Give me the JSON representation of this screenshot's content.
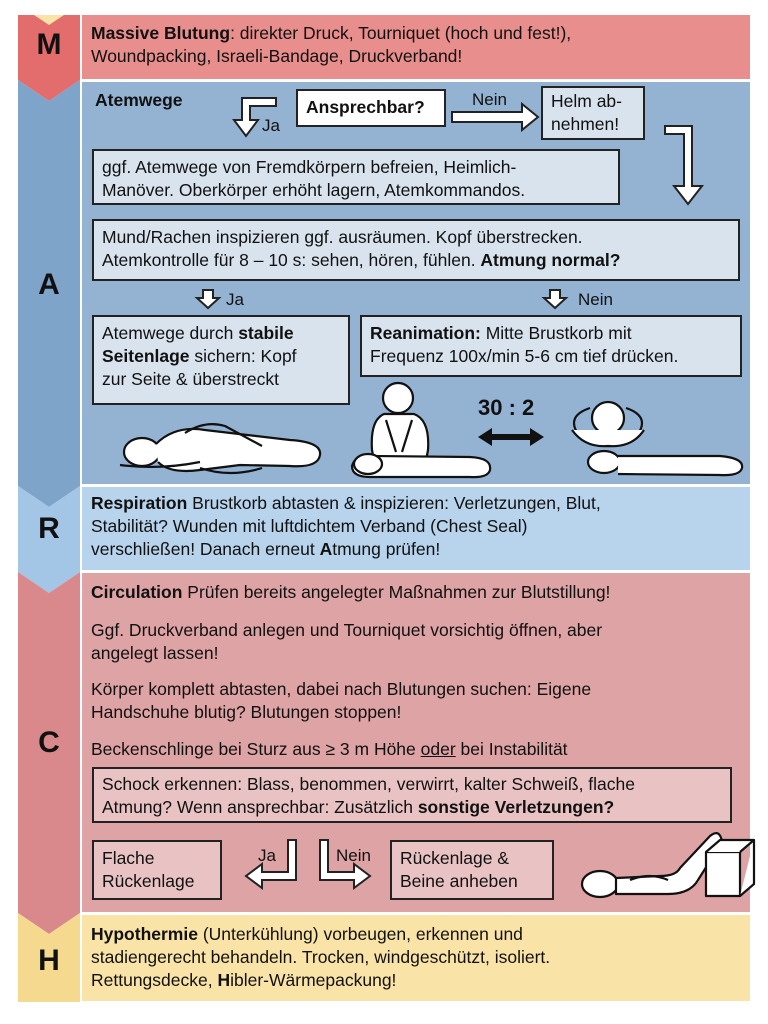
{
  "letters": {
    "m": "M",
    "a": "A",
    "r": "R",
    "c": "C",
    "h": "H"
  },
  "colors": {
    "m_band": "#e88e8c",
    "m_arrow": "#e36d6c",
    "a_band": "#94b3d3",
    "a_arrow": "#7ea4c9",
    "r_band": "#b8d3ec",
    "r_arrow": "#a3c6e6",
    "c_band": "#dea3a4",
    "c_arrow": "#d9898c",
    "h_band": "#f9e3a6",
    "h_arrow": "#f5d98f"
  },
  "m": {
    "title": "Massive Blutung",
    "line1": ": direkter Druck, Tourniquet (hoch und fest!),",
    "line2": "Woundpacking, Israeli-Bandage, Druckverband!"
  },
  "a": {
    "title": "Atemwege",
    "ja1": "Ja",
    "ansprechbar": "Ansprechbar?",
    "nein1": "Nein",
    "helm_line1": "Helm ab-",
    "helm_line2": "nehmen!",
    "box1_line1": "ggf. Atemwege von Fremdkörpern befreien, Heimlich-",
    "box1_line2": "Manöver. Oberkörper erhöht lagern, Atemkommandos.",
    "box2_line1": "Mund/Rachen inspizieren ggf. ausräumen. Kopf überstrecken.",
    "box2_line2": "Atemkontrolle für 8 – 10 s: sehen, hören, fühlen. ",
    "box2_bold": "Atmung normal?",
    "ja2": "Ja",
    "nein2": "Nein",
    "left_line1": "Atemwege durch ",
    "left_bold1": "stabile",
    "left_bold2": "Seitenlage",
    "left_line2": " sichern: Kopf",
    "left_line3": "zur Seite & überstreckt",
    "right_bold": "Reanimation:",
    "right_line1": " Mitte Brustkorb mit",
    "right_line2": "Frequenz 100x/min 5-6 cm tief drücken.",
    "ratio": "30 : 2",
    "icons": [
      "recovery-position-person-icon",
      "cpr-compression-person-icon",
      "rescue-breathing-person-icon",
      "double-arrow-icon"
    ]
  },
  "r": {
    "title": "Respiration",
    "line1": " Brustkorb abtasten & inspizieren: Verletzungen, Blut,",
    "line2": "Stabilität? Wunden mit luftdichtem Verband (Chest Seal)",
    "line3a": "verschließen! Danach erneut ",
    "line3b": "A",
    "line3c": "tmung prüfen!"
  },
  "c": {
    "title": "Circulation",
    "line1": " Prüfen bereits angelegter Maßnahmen zur Blutstillung!",
    "p2_line1": "Ggf. Druckverband anlegen und Tourniquet vorsichtig öffnen, aber",
    "p2_line2": "angelegt lassen!",
    "p3_line1": "Körper komplett abtasten, dabei nach Blutungen suchen: Eigene",
    "p3_line2": "Handschuhe blutig? Blutungen stoppen!",
    "p4a": "Beckenschlinge bei Sturz aus ≥ 3 m Höhe ",
    "p4b": "oder",
    "p4c": " bei Instabilität",
    "box_line1": "Schock erkennen: Blass, benommen, verwirrt, kalter Schweiß, flache",
    "box_line2": "Atmung? Wenn ansprechbar: Zusätzlich ",
    "box_bold": "sonstige Verletzungen?",
    "flat_line1": "Flache",
    "flat_line2": "Rückenlage",
    "ja": "Ja",
    "nein": "Nein",
    "legs_line1": "Rückenlage &",
    "legs_line2": "Beine anheben",
    "icons": [
      "legs-raised-person-icon"
    ]
  },
  "h": {
    "title": "Hypothermie",
    "line1": " (Unterkühlung) vorbeugen, erkennen und",
    "line2": "stadiengerecht behandeln. Trocken, windgeschützt, isoliert.",
    "line3a": "Rettungsdecke, ",
    "line3b": "H",
    "line3c": "ibler-Wärmepackung!"
  }
}
